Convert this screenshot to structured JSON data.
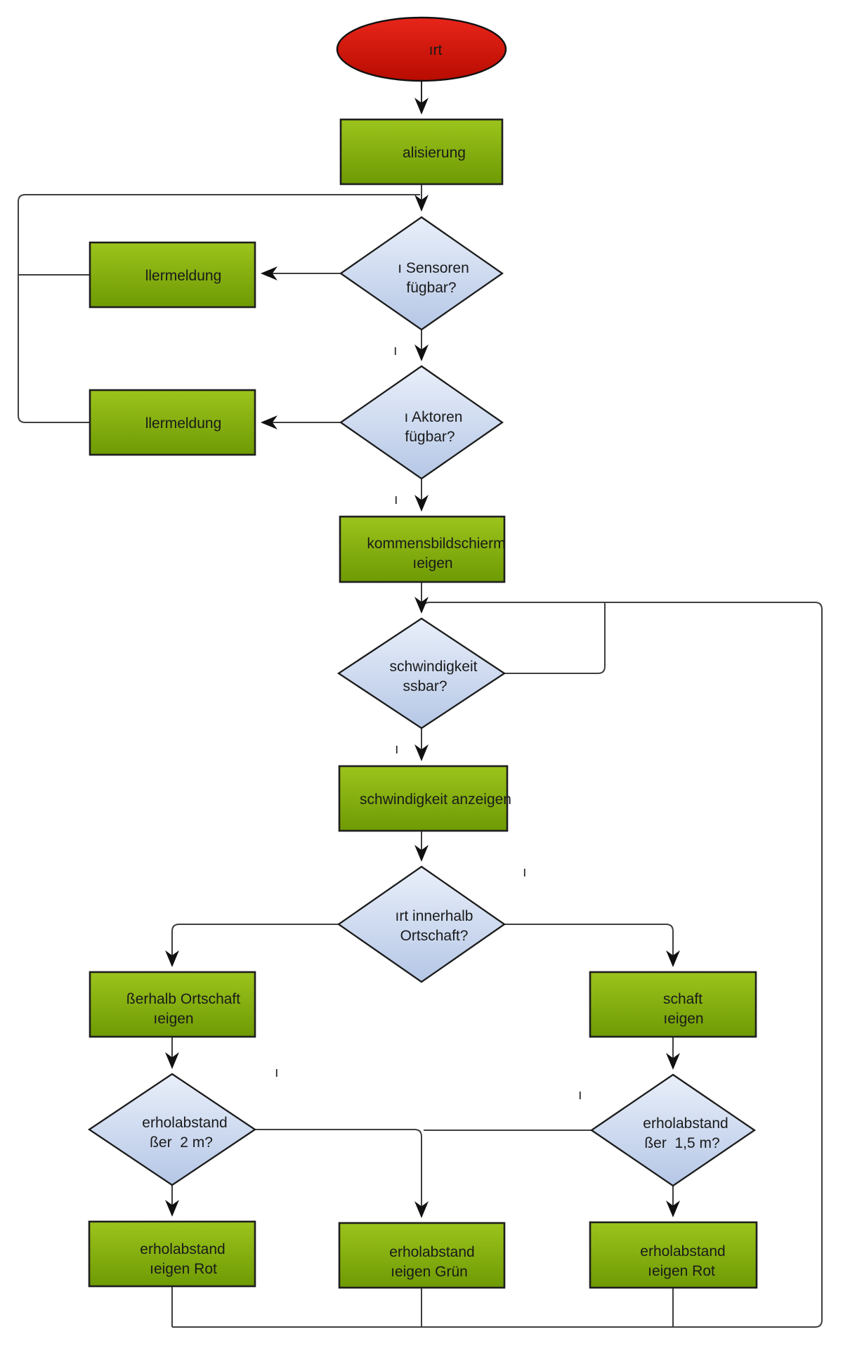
{
  "diagram": {
    "kind": "flowchart",
    "language": "German",
    "note": "All labels are rendered left-clipped in the source image; strings below are the visible fragments."
  },
  "nodes": {
    "start": {
      "type": "terminator",
      "label": "ırt"
    },
    "init": {
      "type": "process",
      "label": "alisierung"
    },
    "sensors": {
      "type": "decision",
      "line1": "ı Sensoren",
      "line2": "fügbar?"
    },
    "error_sensors": {
      "type": "process",
      "label": "llermeldung"
    },
    "actuators": {
      "type": "decision",
      "line1": "ı Aktoren",
      "line2": "fügbar?"
    },
    "error_actuators": {
      "type": "process",
      "label": "llermeldung"
    },
    "welcome": {
      "type": "process",
      "line1": "kommensbildschierm",
      "line2": "ıeigen"
    },
    "speed_check": {
      "type": "decision",
      "line1": "schwindigkeit",
      "line2": "ssbar?"
    },
    "speed_show": {
      "type": "process",
      "label": "schwindigkeit anzeigen"
    },
    "location": {
      "type": "decision",
      "line1": "ırt innerhalb",
      "line2": "Ortschaft?"
    },
    "outside_show": {
      "type": "process",
      "line1": "ßerhalb Ortschaft",
      "line2": "ıeigen"
    },
    "inside_show": {
      "type": "process",
      "line1": "schaft",
      "line2": "ıeigen"
    },
    "gap_2m": {
      "type": "decision",
      "line1": "erholabstand",
      "line2": "ßer  2 m?"
    },
    "gap_15m": {
      "type": "decision",
      "line1": "erholabstand",
      "line2": "ßer  1,5 m?"
    },
    "show_red_left": {
      "type": "process",
      "line1": "erholabstand",
      "line2": "ıeigen Rot"
    },
    "show_green": {
      "type": "process",
      "line1": "erholabstand",
      "line2": "ıeigen Grün"
    },
    "show_red_right": {
      "type": "process",
      "line1": "erholabstand",
      "line2": "ıeigen Rot"
    }
  },
  "edge_tick": "ı",
  "edges": [
    {
      "from": "start",
      "to": "init"
    },
    {
      "from": "init",
      "to": "sensors"
    },
    {
      "from": "sensors",
      "to": "error_sensors"
    },
    {
      "from": "error_sensors",
      "to": "sensors",
      "via": "left rail loop"
    },
    {
      "from": "sensors",
      "to": "actuators"
    },
    {
      "from": "actuators",
      "to": "error_actuators"
    },
    {
      "from": "error_actuators",
      "to": "sensors",
      "via": "left rail loop"
    },
    {
      "from": "actuators",
      "to": "welcome"
    },
    {
      "from": "welcome",
      "to": "speed_check"
    },
    {
      "from": "speed_check",
      "to": "speed_check",
      "via": "right retry loop"
    },
    {
      "from": "speed_check",
      "to": "speed_show"
    },
    {
      "from": "speed_show",
      "to": "location"
    },
    {
      "from": "location",
      "to": "outside_show"
    },
    {
      "from": "location",
      "to": "inside_show"
    },
    {
      "from": "outside_show",
      "to": "gap_2m"
    },
    {
      "from": "inside_show",
      "to": "gap_15m"
    },
    {
      "from": "gap_2m",
      "to": "show_red_left"
    },
    {
      "from": "gap_2m",
      "to": "show_green"
    },
    {
      "from": "gap_15m",
      "to": "show_green"
    },
    {
      "from": "gap_15m",
      "to": "show_red_right"
    },
    {
      "from": "show_red_left",
      "to": "speed_check",
      "via": "bottom/right rail loop"
    },
    {
      "from": "show_green",
      "to": "speed_check",
      "via": "bottom/right rail loop"
    },
    {
      "from": "show_red_right",
      "to": "speed_check",
      "via": "bottom/right rail loop"
    }
  ],
  "colors": {
    "process_fill_top": "#9cc41c",
    "process_fill_bottom": "#6e9a04",
    "terminator_fill_top": "#e8251a",
    "terminator_fill_bottom": "#b80c01",
    "decision_fill_top": "#e9effa",
    "decision_fill_bottom": "#b5c7e6",
    "shape_border": "#1f1f1f",
    "connector": "#3f3f3f",
    "arrowhead": "#111111",
    "label_text": "#1a1a1a",
    "background": "#ffffff"
  }
}
